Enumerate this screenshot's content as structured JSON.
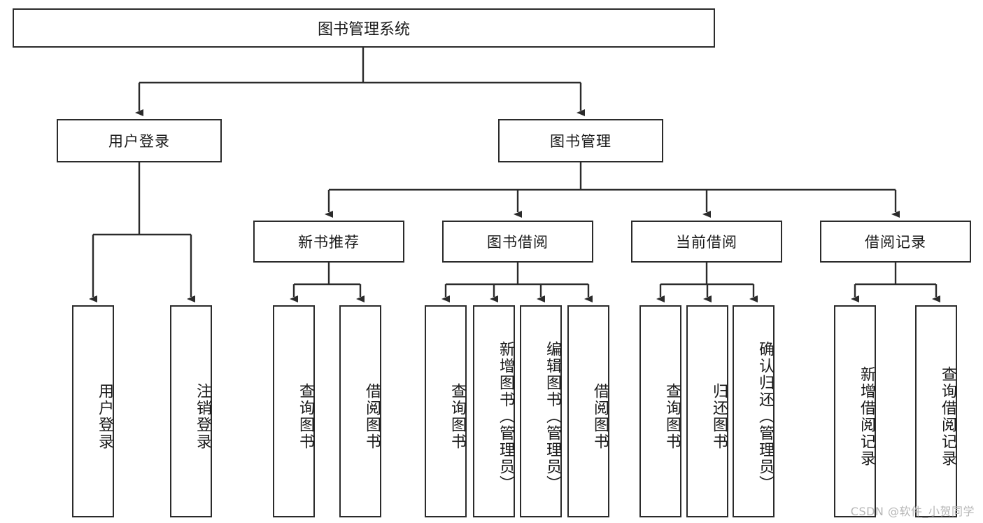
{
  "diagram": {
    "title": "图书管理系统",
    "watermark": "CSDN @软件_小贺同学",
    "colors": {
      "stroke": "#2b2b2b",
      "text": "#1a1a1a",
      "background": "#ffffff",
      "watermark": "#b6b6b6"
    },
    "nodes": {
      "root": {
        "label": "图书管理系统"
      },
      "level2": [
        {
          "id": "user-login",
          "label": "用户登录"
        },
        {
          "id": "book-manage",
          "label": "图书管理"
        }
      ],
      "level3": [
        {
          "id": "new-book-recommend",
          "label": "新书推荐"
        },
        {
          "id": "book-borrow",
          "label": "图书借阅"
        },
        {
          "id": "current-borrow",
          "label": "当前借阅"
        },
        {
          "id": "borrow-record",
          "label": "借阅记录"
        }
      ],
      "leaves": [
        {
          "id": "leaf-user-login",
          "parent": "user-login",
          "label": "用户登录"
        },
        {
          "id": "leaf-logout",
          "parent": "user-login",
          "label": "注销登录"
        },
        {
          "id": "leaf-query-book-1",
          "parent": "new-book-recommend",
          "label": "查询图书"
        },
        {
          "id": "leaf-borrow-book-1",
          "parent": "new-book-recommend",
          "label": "借阅图书"
        },
        {
          "id": "leaf-query-book-2",
          "parent": "book-borrow",
          "label": "查询图书"
        },
        {
          "id": "leaf-add-book",
          "parent": "book-borrow",
          "label": "新增图书（管理员）"
        },
        {
          "id": "leaf-edit-book",
          "parent": "book-borrow",
          "label": "编辑图书（管理员）"
        },
        {
          "id": "leaf-borrow-book-2",
          "parent": "book-borrow",
          "label": "借阅图书"
        },
        {
          "id": "leaf-query-book-3",
          "parent": "current-borrow",
          "label": "查询图书"
        },
        {
          "id": "leaf-return-book",
          "parent": "current-borrow",
          "label": "归还图书"
        },
        {
          "id": "leaf-confirm-return",
          "parent": "current-borrow",
          "label": "确认归还（管理员）"
        },
        {
          "id": "leaf-add-record",
          "parent": "borrow-record",
          "label": "新增借阅记录"
        },
        {
          "id": "leaf-query-record",
          "parent": "borrow-record",
          "label": "查询借阅记录"
        }
      ]
    }
  }
}
